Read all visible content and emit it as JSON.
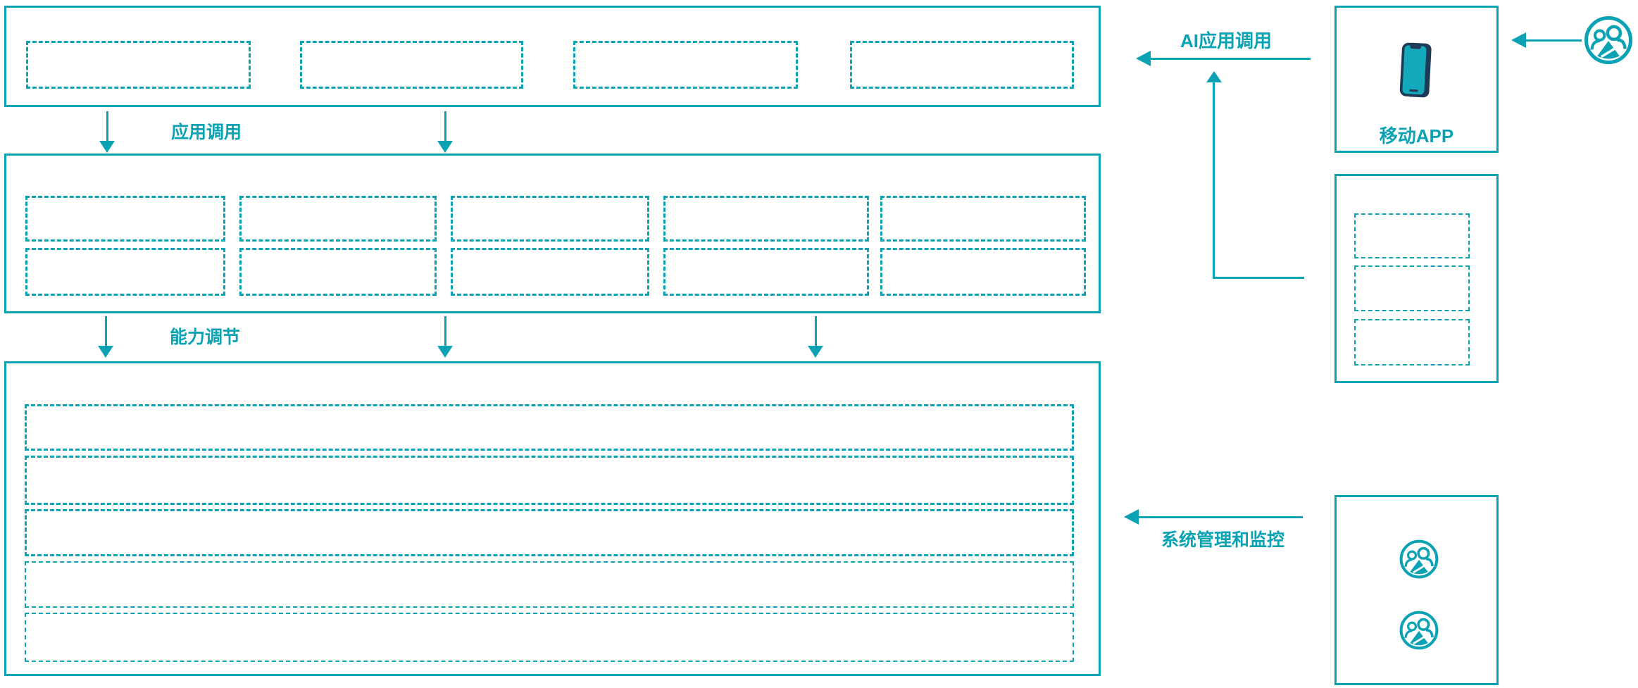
{
  "diagram": {
    "labels": {
      "app_call": "应用调用",
      "capability_adjust": "能力调节",
      "ai_app_call": "AI应用调用",
      "system_management": "系统管理和监控",
      "mobile_app": "移动APP"
    },
    "colors": {
      "teal": "#0BA3B4",
      "navy": "#1E3A56",
      "background": "#FFFFFF"
    },
    "icons": {
      "smartphone": "smartphone-icon",
      "users": "users-icon"
    },
    "layers": {
      "top_layer": {
        "placeholder_count": 4
      },
      "middle_layer": {
        "rows": 2,
        "cols": 5,
        "placeholder_count": 10
      },
      "bottom_layer": {
        "placeholder_count": 5
      },
      "mobile_app_panel": {
        "placeholder_count": 0
      },
      "device_panel": {
        "placeholder_count": 3
      },
      "admin_panel": {
        "user_icon_count": 2
      }
    }
  }
}
